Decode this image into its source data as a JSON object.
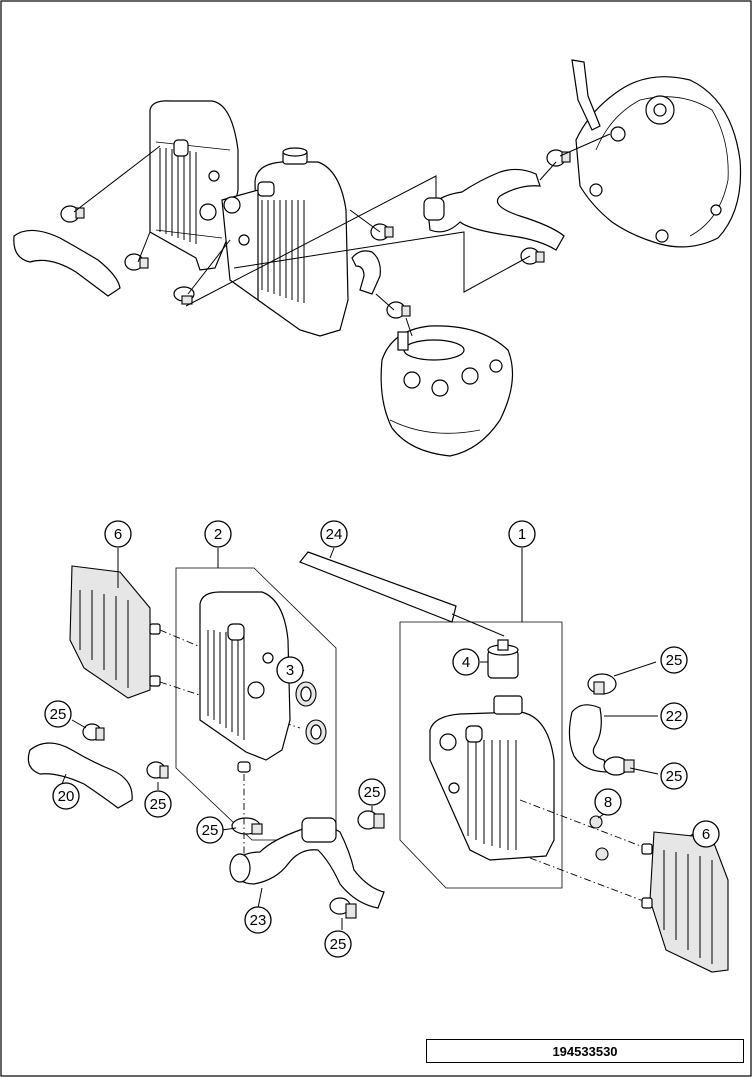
{
  "diagram": {
    "reference_number": "194533530",
    "callouts": [
      {
        "id": "c1",
        "label": "1"
      },
      {
        "id": "c2",
        "label": "2"
      },
      {
        "id": "c3",
        "label": "3"
      },
      {
        "id": "c4",
        "label": "4"
      },
      {
        "id": "c6a",
        "label": "6"
      },
      {
        "id": "c6b",
        "label": "6"
      },
      {
        "id": "c8",
        "label": "8"
      },
      {
        "id": "c20",
        "label": "20"
      },
      {
        "id": "c22",
        "label": "22"
      },
      {
        "id": "c23",
        "label": "23"
      },
      {
        "id": "c24",
        "label": "24"
      },
      {
        "id": "c25a",
        "label": "25"
      },
      {
        "id": "c25b",
        "label": "25"
      },
      {
        "id": "c25c",
        "label": "25"
      },
      {
        "id": "c25d",
        "label": "25"
      },
      {
        "id": "c25e",
        "label": "25"
      },
      {
        "id": "c25f",
        "label": "25"
      },
      {
        "id": "c25g",
        "label": "25"
      }
    ]
  }
}
